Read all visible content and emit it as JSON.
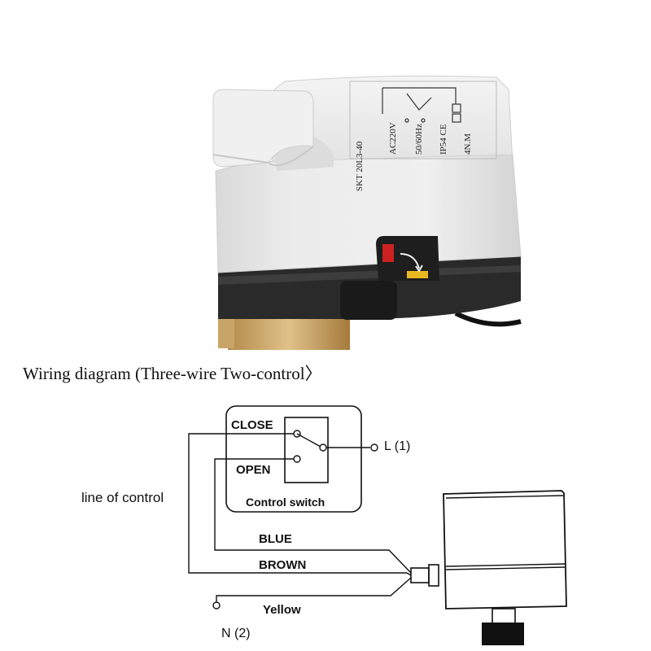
{
  "product_label": {
    "line1": "SKT 20L3-40",
    "line2": "AC220V",
    "line3": "50/60Hz",
    "line4": "IP54 CE",
    "line5": "4N.M"
  },
  "wiring_diagram": {
    "title": "Wiring diagram (Three-wire Two-control〉",
    "close_label": "CLOSE",
    "open_label": "OPEN",
    "switch_label": "Control switch",
    "l_terminal": "L (1)",
    "n_terminal": "N (2)",
    "control_line_label": "line of control",
    "wires": [
      {
        "label": "BLUE"
      },
      {
        "label": "BROWN"
      },
      {
        "label": "Yellow"
      }
    ]
  }
}
